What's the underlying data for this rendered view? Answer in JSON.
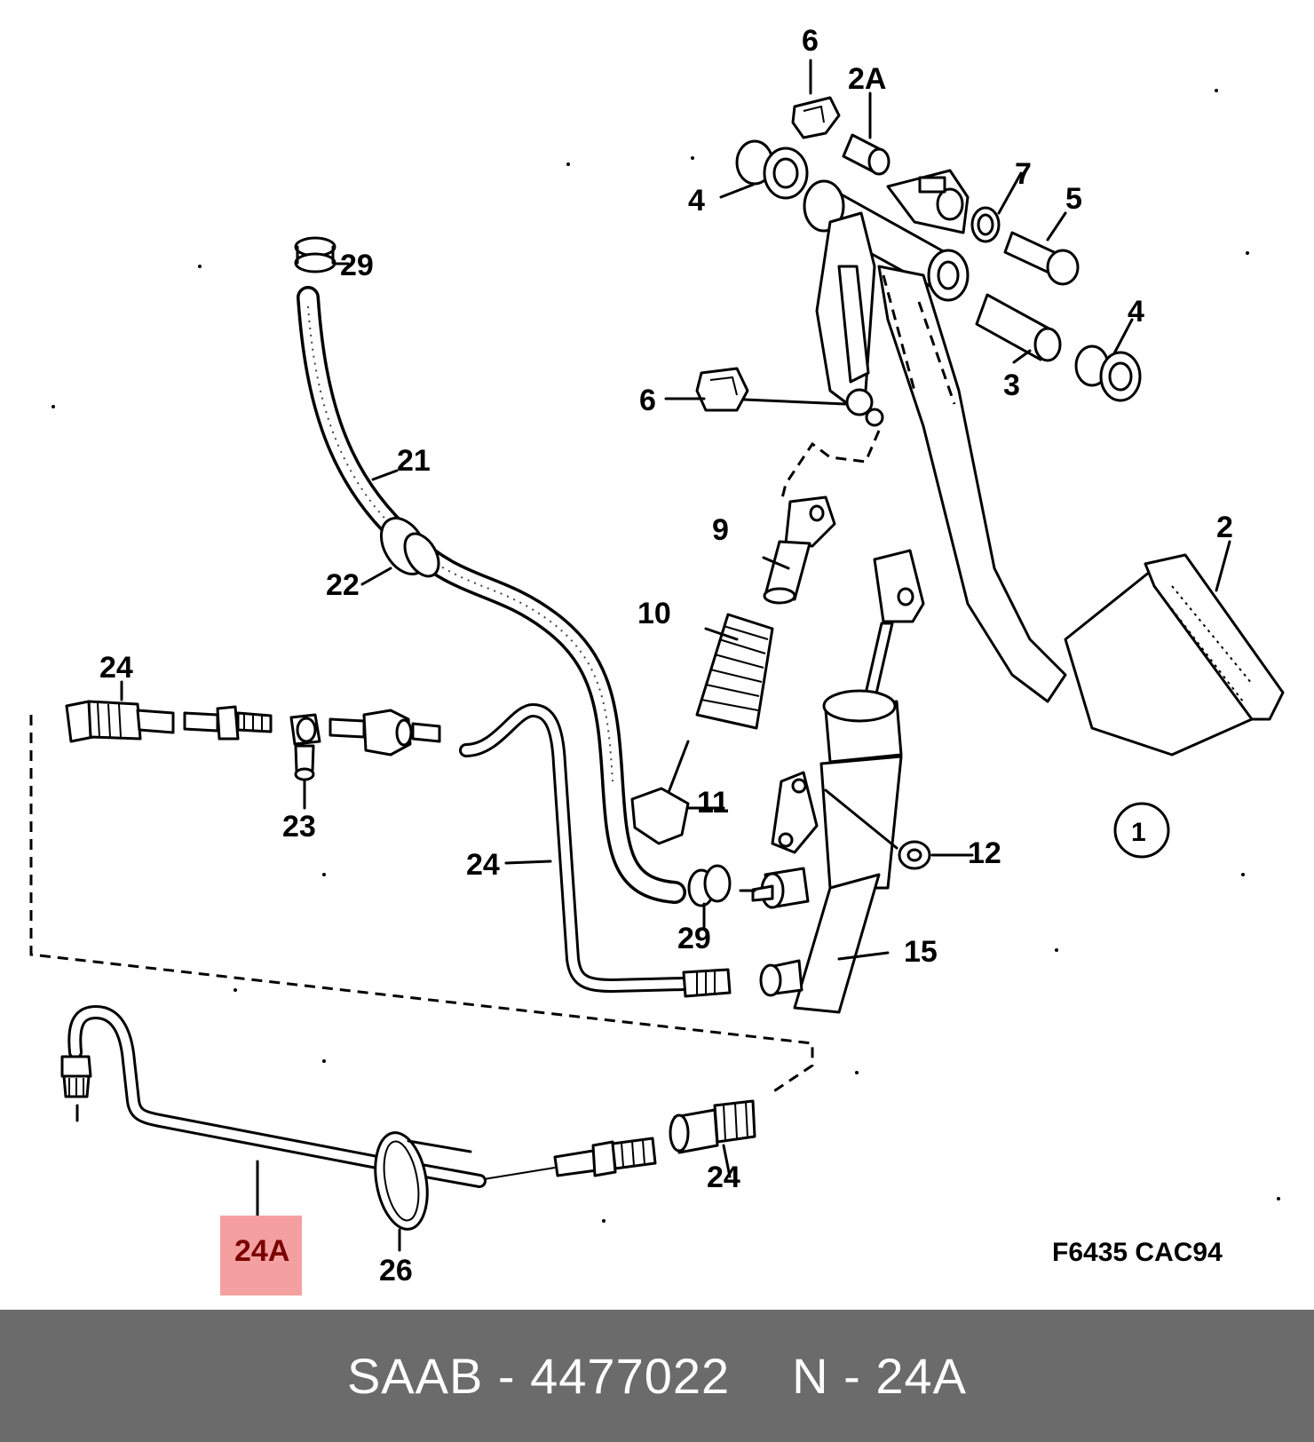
{
  "callouts": {
    "c6_top": "6",
    "c2A": "2A",
    "c4_left": "4",
    "c7": "7",
    "c5": "5",
    "c29_top": "29",
    "c4_right": "4",
    "c3": "3",
    "c6_mid": "6",
    "c21": "21",
    "c9": "9",
    "c2": "2",
    "c22": "22",
    "c10": "10",
    "c24_tl": "24",
    "c23": "23",
    "c11": "11",
    "c1": "1",
    "c12": "12",
    "c24_mid": "24",
    "c29_bot": "29",
    "c15": "15",
    "c24_bot": "24",
    "c24A": "24A",
    "c26": "26"
  },
  "drawing_code": "F6435 CAC94",
  "highlight": {
    "part": "24A",
    "color": "#f4a0a0"
  },
  "footer": {
    "brand": "SAAB",
    "sep1": "-",
    "part_number": "4477022",
    "ref_prefix": "N",
    "sep2": "-",
    "ref": "24A"
  }
}
